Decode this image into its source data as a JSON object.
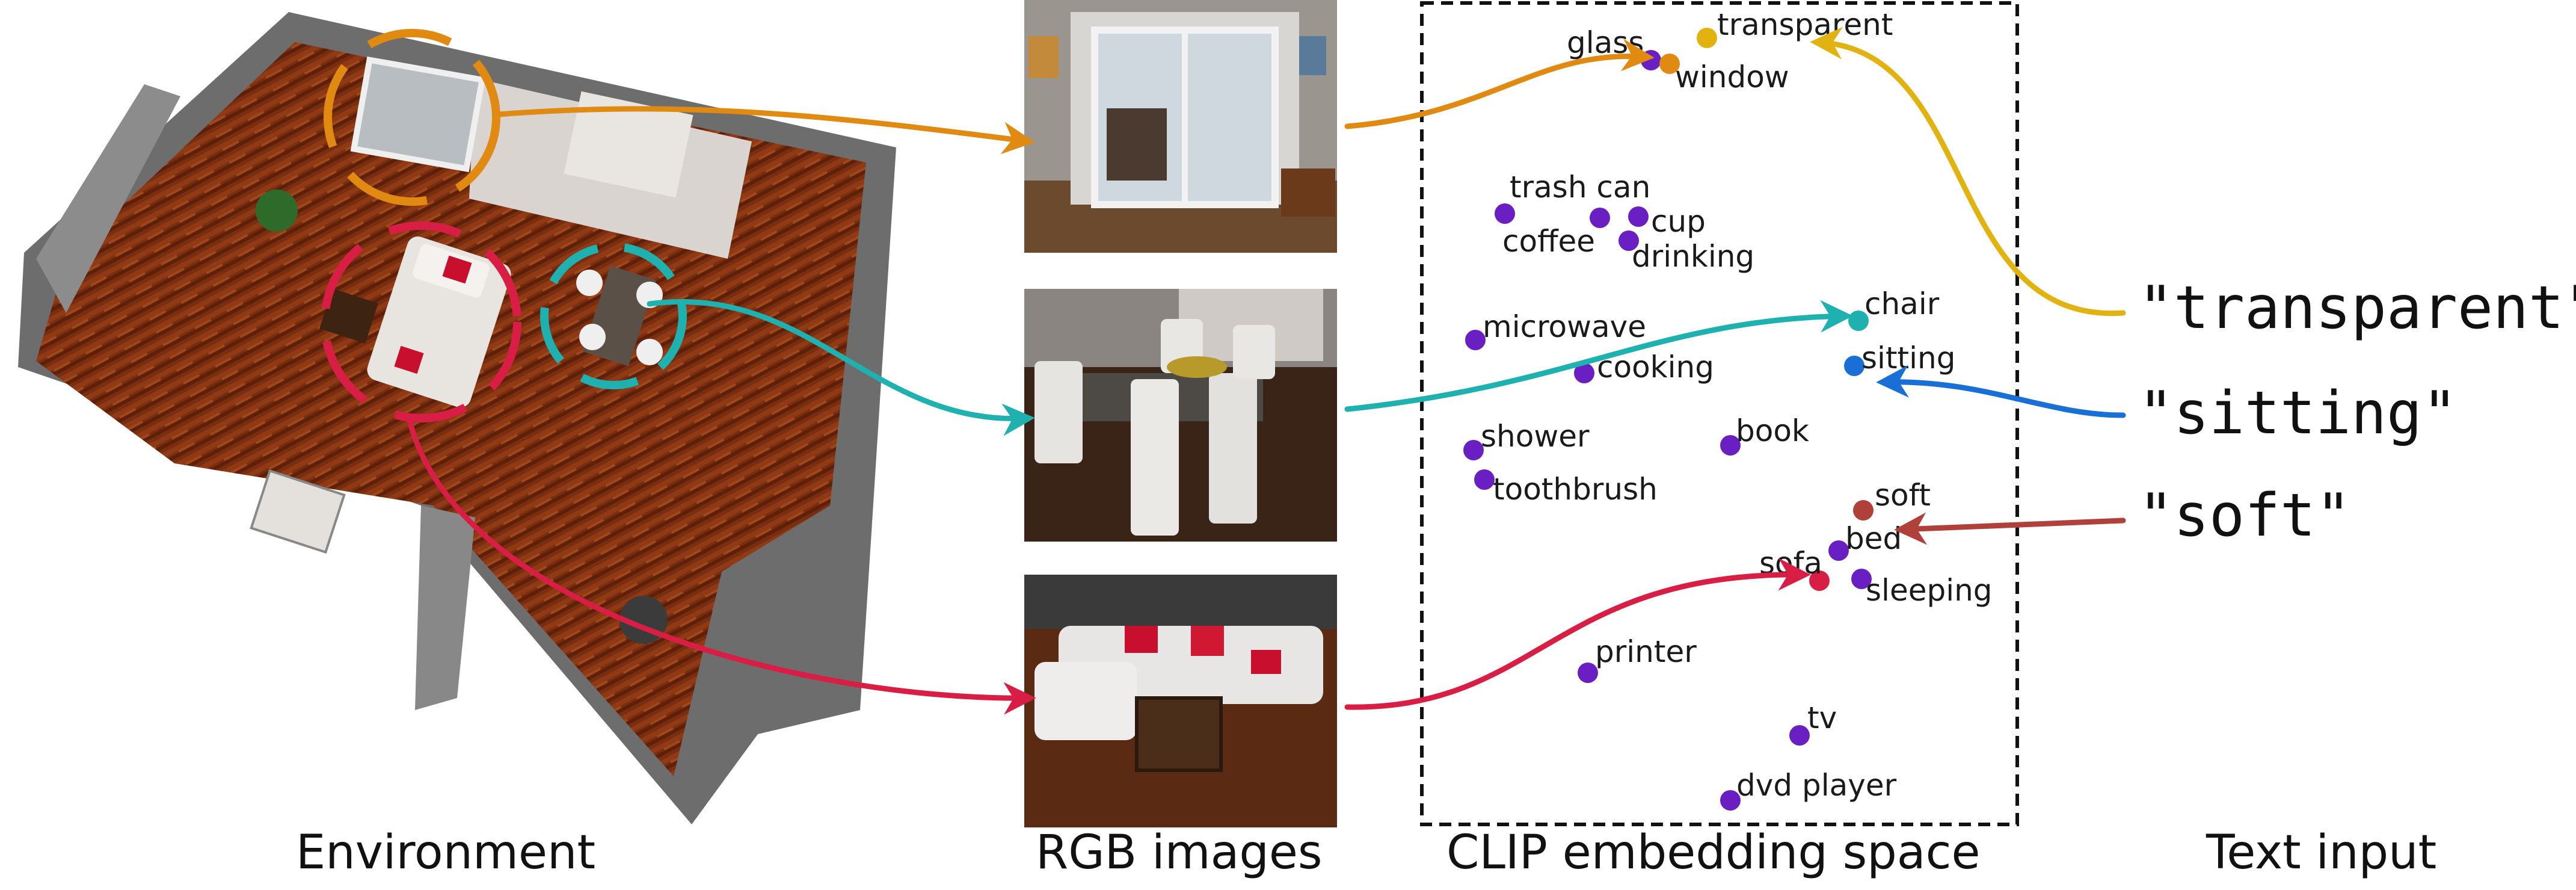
{
  "captions": {
    "environment": "Environment",
    "rgb": "RGB images",
    "clip": "CLIP embedding space",
    "text": "Text input"
  },
  "queries": [
    "\"transparent\"",
    "\"sitting\"",
    "\"soft\""
  ],
  "colors": {
    "window": "#e08a12",
    "chair": "#1fb0b0",
    "sofa": "#d81e44",
    "transparent": "#e2b310",
    "sitting": "#1a6fd6",
    "soft": "#b0403a",
    "concept": "#6a1fc2"
  },
  "points": [
    {
      "label": "glass",
      "color": "concept"
    },
    {
      "label": "window",
      "color": "window"
    },
    {
      "label": "transparent",
      "color": "transparent"
    },
    {
      "label": "trash can",
      "color": "concept"
    },
    {
      "label": "cup",
      "color": "concept"
    },
    {
      "label": "coffee",
      "color": "concept"
    },
    {
      "label": "drinking",
      "color": "concept"
    },
    {
      "label": "microwave",
      "color": "concept"
    },
    {
      "label": "cooking",
      "color": "concept"
    },
    {
      "label": "chair",
      "color": "chair"
    },
    {
      "label": "sitting",
      "color": "sitting"
    },
    {
      "label": "shower",
      "color": "concept"
    },
    {
      "label": "toothbrush",
      "color": "concept"
    },
    {
      "label": "book",
      "color": "concept"
    },
    {
      "label": "soft",
      "color": "soft"
    },
    {
      "label": "bed",
      "color": "concept"
    },
    {
      "label": "sofa",
      "color": "sofa"
    },
    {
      "label": "sleeping",
      "color": "concept"
    },
    {
      "label": "printer",
      "color": "concept"
    },
    {
      "label": "tv",
      "color": "concept"
    },
    {
      "label": "dvd player",
      "color": "concept"
    }
  ]
}
